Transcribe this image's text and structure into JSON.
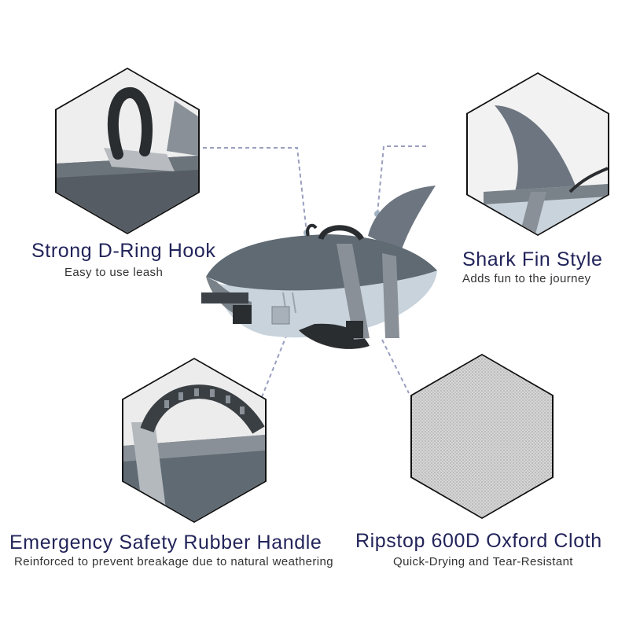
{
  "features": [
    {
      "title": "Strong D-Ring Hook",
      "subtitle": "Easy to use leash"
    },
    {
      "title": "Shark Fin Style",
      "subtitle": "Adds fun to the journey"
    },
    {
      "title": "Emergency Safety Rubber Handle",
      "subtitle": "Reinforced to prevent breakage due to natural weathering"
    },
    {
      "title": "Ripstop 600D Oxford Cloth",
      "subtitle": "Quick-Drying and Tear-Resistant"
    }
  ],
  "colors": {
    "title": "#22245a",
    "vest_light": "#c9d3dc",
    "vest_dark": "#5f6a73",
    "fin": "#6d7680",
    "connector": "#9a9fc0"
  }
}
